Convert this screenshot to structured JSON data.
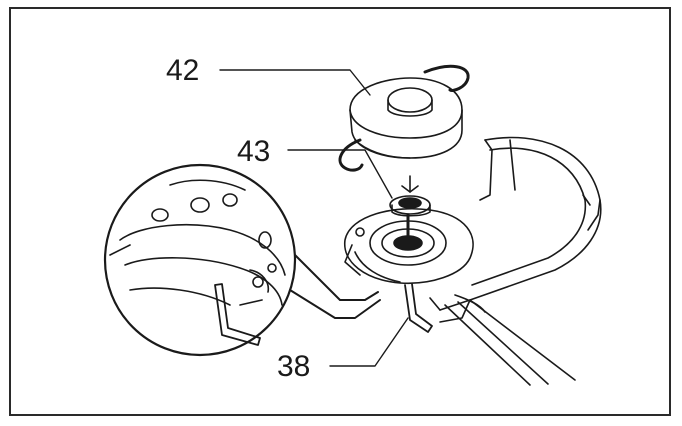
{
  "callouts": {
    "part_42": "42",
    "part_43": "43",
    "part_38": "38"
  },
  "colors": {
    "line": "#1a1a1a",
    "frame": "#2a2a2a",
    "background": "#ffffff"
  }
}
